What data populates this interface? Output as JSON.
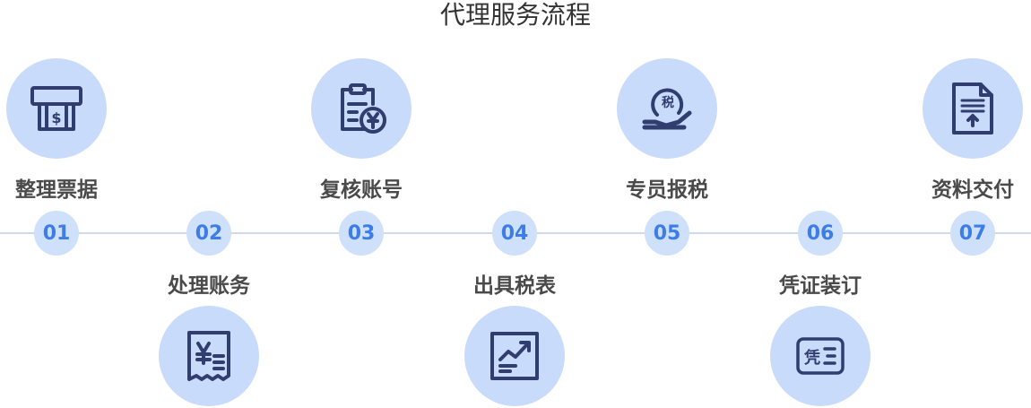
{
  "title": "代理服务流程",
  "colors": {
    "circle_bg": "#c9dbfb",
    "number_bg": "#cfe0fb",
    "number_text": "#3c7de8",
    "icon_color": "#2f3e6e",
    "label_text": "#4a4a4a",
    "line": "#cfd9ec"
  },
  "steps": [
    {
      "number": "01",
      "label": "整理票据",
      "icon": "atm-cash-icon",
      "position": "top"
    },
    {
      "number": "02",
      "label": "处理账务",
      "icon": "yen-receipt-icon",
      "position": "bottom"
    },
    {
      "number": "03",
      "label": "复核账号",
      "icon": "clipboard-yen-icon",
      "position": "top"
    },
    {
      "number": "04",
      "label": "出具税表",
      "icon": "chart-report-icon",
      "position": "bottom"
    },
    {
      "number": "05",
      "label": "专员报税",
      "icon": "tax-hand-icon",
      "position": "top"
    },
    {
      "number": "06",
      "label": "凭证装订",
      "icon": "voucher-icon",
      "position": "bottom"
    },
    {
      "number": "07",
      "label": "资料交付",
      "icon": "document-upload-icon",
      "position": "top"
    }
  ]
}
